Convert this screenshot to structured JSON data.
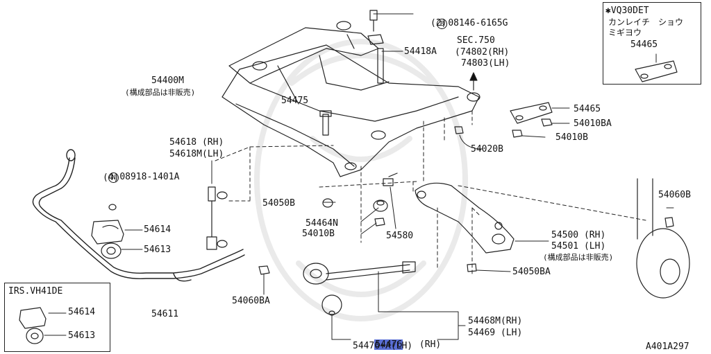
{
  "diagram_code": "A401A297",
  "inset_top_right": {
    "title": "✱VQ30DET",
    "note_line1": "カンレイチ　ショウ",
    "note_line2": "ミギヨウ",
    "part": "54465"
  },
  "inset_bottom_left": {
    "title": "IRS.VH41DE",
    "part_a": "54614",
    "part_b": "54613"
  },
  "labels": {
    "bolt_circle": "B",
    "bolt_part": "08146-6165G",
    "bolt_qty": "(2)",
    "nut_circle": "N",
    "nut_part": "08918-1401A",
    "nut_qty": "(4)",
    "sec": "SEC.750",
    "sec_rh": "(74802(RH)",
    "sec_lh": "74803(LH)",
    "p54400M": "54400M",
    "not_sold": "(構成部品は非販売)",
    "p54418A": "54418A",
    "p54475": "54475",
    "p54465": "54465",
    "p54010BA": "54010BA",
    "p54010B_a": "54010B",
    "p54020B": "54020B",
    "p54618": "54618 (RH)",
    "p54618M": "54618M(LH)",
    "p54050B": "54050B",
    "p54464N": "54464N",
    "p54010B_b": "54010B",
    "p54580": "54580",
    "p54614": "54614",
    "p54613": "54613",
    "p54611": "54611",
    "p54060BA": "54060BA",
    "p54500": "54500 (RH)",
    "p54501": "54501 (LH)",
    "not_sold2": "(構成部品は非販売)",
    "p54050BA": "54050BA",
    "p54060B": "54060B",
    "p54468M": "54468M(RH)",
    "p54469": "54469 (LH)",
    "p54476_hl": "54476",
    "p54476_rh": "   (RH)",
    "p54476A": "54476+A(LH)"
  }
}
